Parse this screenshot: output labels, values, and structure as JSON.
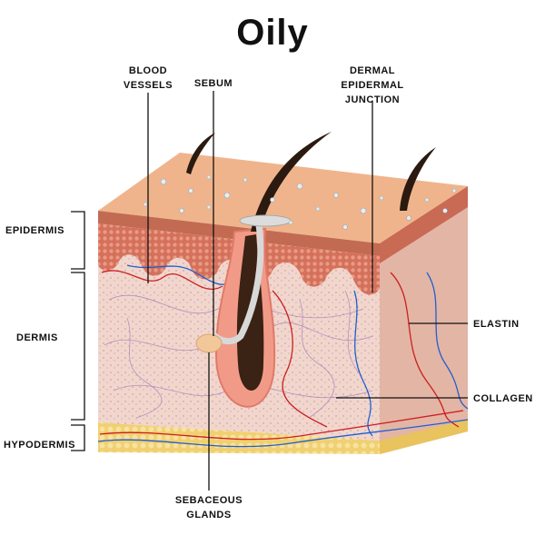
{
  "title": "Oily",
  "labels": {
    "blood_vessels": [
      "BLOOD",
      "VESSELS"
    ],
    "sebum": "SEBUM",
    "dej": [
      "DERMAL",
      "EPIDERMAL",
      "JUNCTION"
    ],
    "epidermis": "EPIDERMIS",
    "dermis": "DERMIS",
    "hypodermis": "HYPODERMIS",
    "elastin": "ELASTIN",
    "collagen": "COLLAGEN",
    "sebaceous": [
      "SEBACEOUS",
      "GLANDS"
    ]
  },
  "colors": {
    "skin_top": "#f0b48c",
    "epidermis": "#d9826a",
    "dermis": "#f2d6cc",
    "hypodermis": "#f2d57a",
    "hair": "#2b1a10",
    "follicle": "#f29a88",
    "artery": "#cc1f1f",
    "vein": "#1f5fcc"
  }
}
